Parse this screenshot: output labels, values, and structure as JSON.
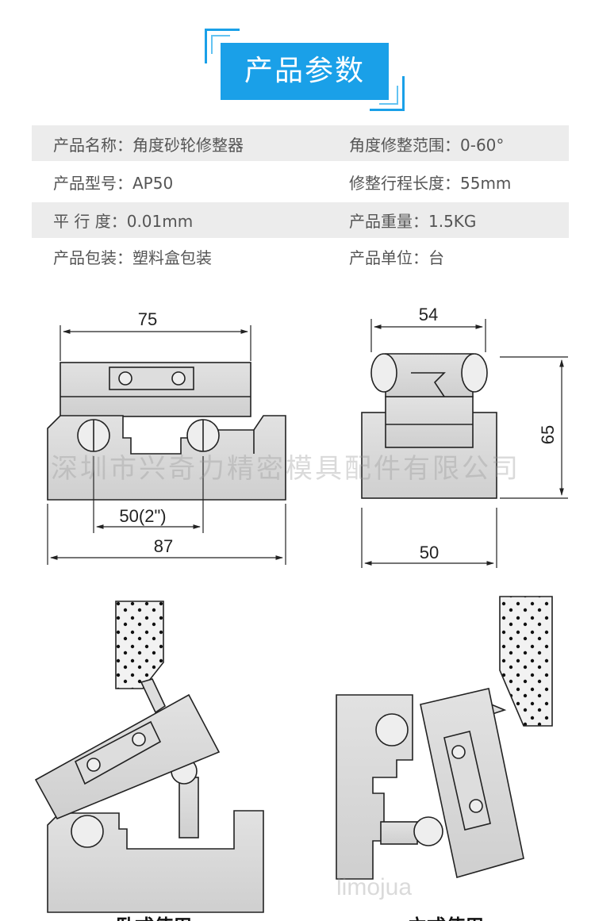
{
  "header": {
    "title": "产品参数"
  },
  "specs": {
    "rows": [
      {
        "left": "产品名称：角度砂轮修整器",
        "right": "角度修整范围：0-60°"
      },
      {
        "left": "产品型号：AP50",
        "right": "修整行程长度：55mm"
      },
      {
        "left": "平 行 度：0.01mm",
        "right": "产品重量：1.5KG"
      },
      {
        "left": "产品包装：塑料盒包装",
        "right": "产品单位：台"
      }
    ]
  },
  "drawing": {
    "front_top_width": "75",
    "front_pin_distance": "50(2\")",
    "front_base_width": "87",
    "side_top_width": "54",
    "side_height": "65",
    "side_base_width": "50",
    "watermark": "深圳市兴奇力精密模具配件有限公司"
  },
  "usage": {
    "watermark": "limojua",
    "left_caption": "卧式使用",
    "right_caption": "立式使用"
  }
}
